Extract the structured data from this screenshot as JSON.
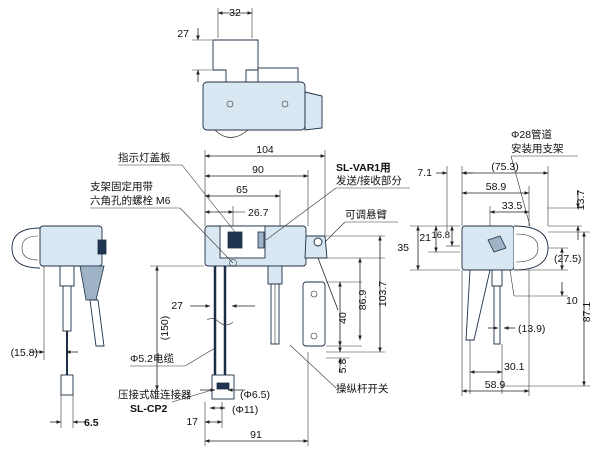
{
  "top_view": {
    "dim_width": "32",
    "dim_height": "27"
  },
  "front_view": {
    "dim_overall": "104",
    "dim_90": "90",
    "dim_65": "65",
    "dim_26_7": "26.7",
    "dim_27": "27",
    "dim_150": "(150)",
    "dim_40": "40",
    "dim_86_9": "86.9",
    "dim_103_7": "103.7",
    "dim_5_8": "5.8",
    "dim_phi6_5": "(Φ6.5)",
    "dim_phi11": "(Φ11)",
    "dim_17": "17",
    "dim_91": "91",
    "label_indicator_cover": "指示灯盖板",
    "label_bracket_1": "支架固定用带",
    "label_bracket_2": "六角孔的螺栓  M6",
    "label_model_1": "SL-VAR1用",
    "label_model_2": "发送/接收部分",
    "label_arm": "可调悬臂",
    "label_cable": "Φ5.2电缆",
    "label_connector_1": "压接式雄连接器",
    "label_connector_2": "SL-CP2",
    "label_switch": "操纵杆开关"
  },
  "left_view": {
    "dim_15_8": "(15.8)",
    "dim_6_5": "6.5"
  },
  "right_view": {
    "label_pipe_1": "Φ28管道",
    "label_pipe_2": "安装用支架",
    "dim_7_1": "7.1",
    "dim_75_3": "(75.3)",
    "dim_58_9_top": "58.9",
    "dim_33_5": "33.5",
    "dim_13_7": "13.7",
    "dim_35": "35",
    "dim_21": "21",
    "dim_16_8": "16.8",
    "dim_27_5": "(27.5)",
    "dim_10": "10",
    "dim_87_1": "87.1",
    "dim_13_9": "(13.9)",
    "dim_30_1": "30.1",
    "dim_58_9_bottom": "58.9"
  }
}
